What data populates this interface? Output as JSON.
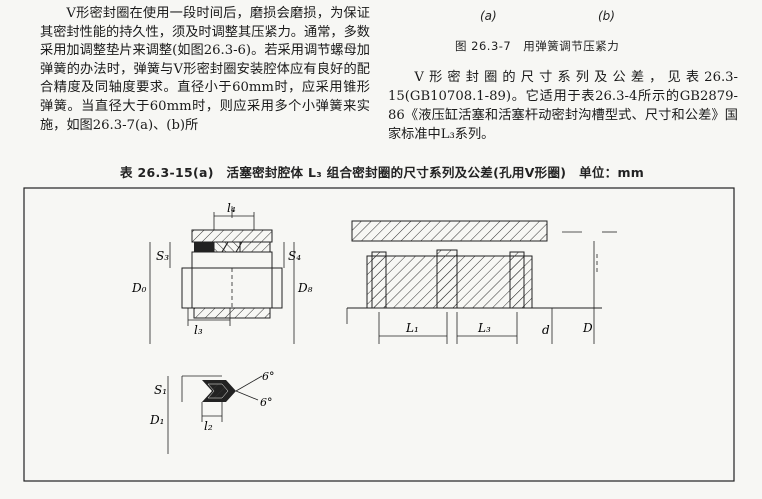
{
  "left_column": {
    "paragraph": "V形密封圈在使用一段时间后，磨损会磨损，为保证其密封性能的持久性，须及时调整其压紧力。通常，多数采用加调整垫片来调整(如图26.3-6)。若采用调节螺母加弹簧的办法时，弹簧与V形密封圈安装腔体应有良好的配合精度及同轴度要求。直径小于60mm时，应采用锥形弹簧。当直径大于60mm时，则应采用多个小弹簧来实施，如图26.3-7(a)、(b)所"
  },
  "figure": {
    "label_a": "(a)",
    "label_b": "(b)",
    "caption": "图 26.3-7　用弹簧调节压紧力"
  },
  "right_column": {
    "paragraph": "V形密封圈的尺寸系列及公差，见表26.3-15(GB10708.1-89)。它适用于表26.3-4所示的GB2879-86《液压缸活塞和活塞杆动密封沟槽型式、尺寸和公差》国家标准中L₃系列。"
  },
  "table": {
    "title": "表 26.3-15(a)　活塞密封腔体 L₃ 组合密封圈的尺寸系列及公差(孔用V形圈)　单位：mm"
  },
  "drawing_labels": {
    "l4": "l₄",
    "s3": "S₃",
    "s4": "S₄",
    "d0": "D₀",
    "d8": "D₈",
    "l3": "l₃",
    "big_l1": "L₁",
    "big_l3": "L₃",
    "d_small": "d",
    "d_big": "D",
    "s1": "S₁",
    "d1": "D₁",
    "l2": "l₂",
    "angle1": "6°",
    "angle2": "6°"
  }
}
